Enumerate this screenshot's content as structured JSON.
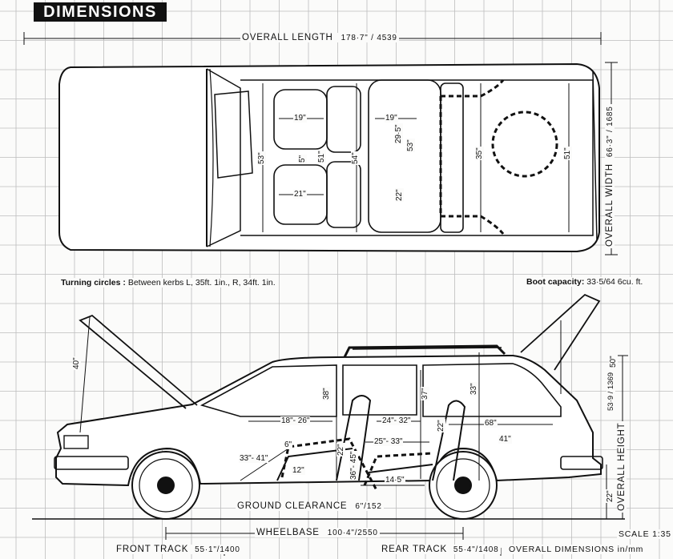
{
  "title": "DIMENSIONS",
  "overall_length": {
    "label": "OVERALL LENGTH",
    "value": "178·7\" / 4539"
  },
  "overall_width": {
    "label": "OVERALL WIDTH",
    "value": "66·3\" / 1685"
  },
  "overall_height": {
    "label": "OVERALL HEIGHT",
    "value": "53·9 / 1369"
  },
  "turning_circles": {
    "label": "Turning circles :",
    "value": "Between kerbs L, 35ft.  1in., R, 34ft.  1in."
  },
  "boot_capacity": {
    "label": "Boot capacity:",
    "value": "33·5/64 6cu. ft."
  },
  "ground_clearance": {
    "label": "GROUND CLEARANCE",
    "value": "6\"/152"
  },
  "wheelbase": {
    "label": "WHEELBASE",
    "value": "100·4\"/2550"
  },
  "front_track": {
    "label": "FRONT TRACK",
    "value": "55·1\"/1400"
  },
  "rear_track": {
    "label": "REAR TRACK",
    "value": "55·4\"/1408"
  },
  "scale": "SCALE 1:35",
  "units": "OVERALL DIMENSIONS in/mm",
  "plan_dims": {
    "front_seat_width_1": "19\"",
    "front_seat_width_2": "21\"",
    "between_seats": "5\"",
    "seat_depth": "51\"",
    "front_width": "53\"",
    "mid_width": "54\"",
    "rear_seat_width_1": "19\"",
    "rear_seat_width_2": "22\"",
    "rear_seat_depth_1": "29·5\"",
    "rear_seat_depth_2": "53\"",
    "cargo_width": "35\"",
    "load_width": "51\""
  },
  "side_dims": {
    "bonnet": "40\"",
    "front_head": "38\"",
    "rear_head": "37\"",
    "roof_to_floor": "33\"",
    "tailgate": "50\"",
    "front_leg": "18\"- 26\"",
    "rear_leg": "24\"- 32\"",
    "cargo_len": "68\"",
    "front_seat_h": "6\"",
    "knee": "25\"- 33\"",
    "rear_seat_h": "22\"",
    "front_heel": "22\"",
    "pedal": "33\"- 41\"",
    "seat_cushion": "12\"",
    "cushion_2": "36\"- 45\"",
    "floor": "14·5\"",
    "tailgate_h": "41\"",
    "ground_h": "22\""
  }
}
